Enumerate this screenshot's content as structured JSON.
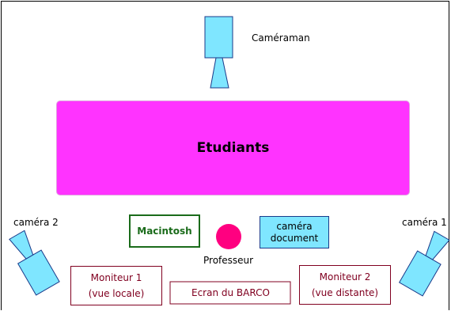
{
  "labels": {
    "cameraman": "Caméraman",
    "students": "Etudiants",
    "camera2": "caméra 2",
    "camera1": "caméra 1",
    "macintosh": "Macintosh",
    "doc_camera_line1": "caméra",
    "doc_camera_line2": "document",
    "professor": "Professeur",
    "monitor1_line1": "Moniteur 1",
    "monitor1_line2": "(vue locale)",
    "barco": "Ecran du BARCO",
    "monitor2_line1": "Moniteur 2",
    "monitor2_line2": "(vue distante)"
  },
  "colors": {
    "camera_fill": "#7fe6ff",
    "camera_stroke": "#1a3a8a",
    "students_fill": "#ff33ff",
    "professor_fill": "#ff0080",
    "macintosh_border": "#1a6b1a",
    "monitor_border": "#800020"
  }
}
